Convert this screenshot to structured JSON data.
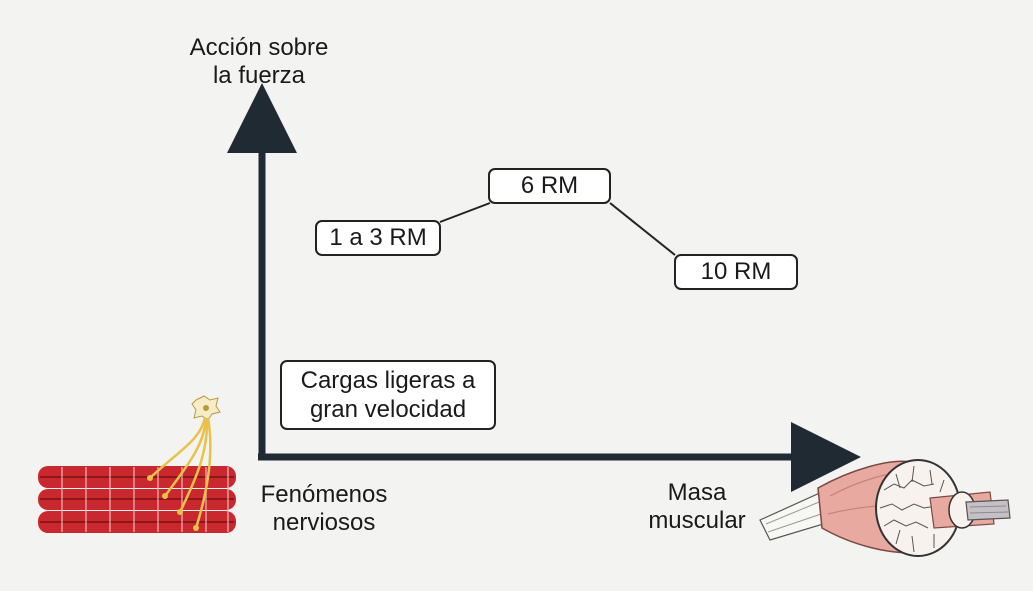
{
  "axes": {
    "y_label_line1": "Acción sobre",
    "y_label_line2": "la fuerza",
    "x_label_line1": "Masa",
    "x_label_line2": "muscular",
    "origin_label_line1": "Fenómenos",
    "origin_label_line2": "nerviosos"
  },
  "boxes": {
    "rm_1_3": "1 a 3 RM",
    "rm_6": "6 RM",
    "rm_10": "10 RM",
    "light_loads_line1": "Cargas ligeras a",
    "light_loads_line2": "gran velocidad"
  },
  "colors": {
    "axis": "#1f2a33",
    "muscle_red": "#c8282e",
    "muscle_dark": "#8e1519",
    "nerve": "#e8c24a",
    "muscle_pink": "#e7a9a0"
  }
}
